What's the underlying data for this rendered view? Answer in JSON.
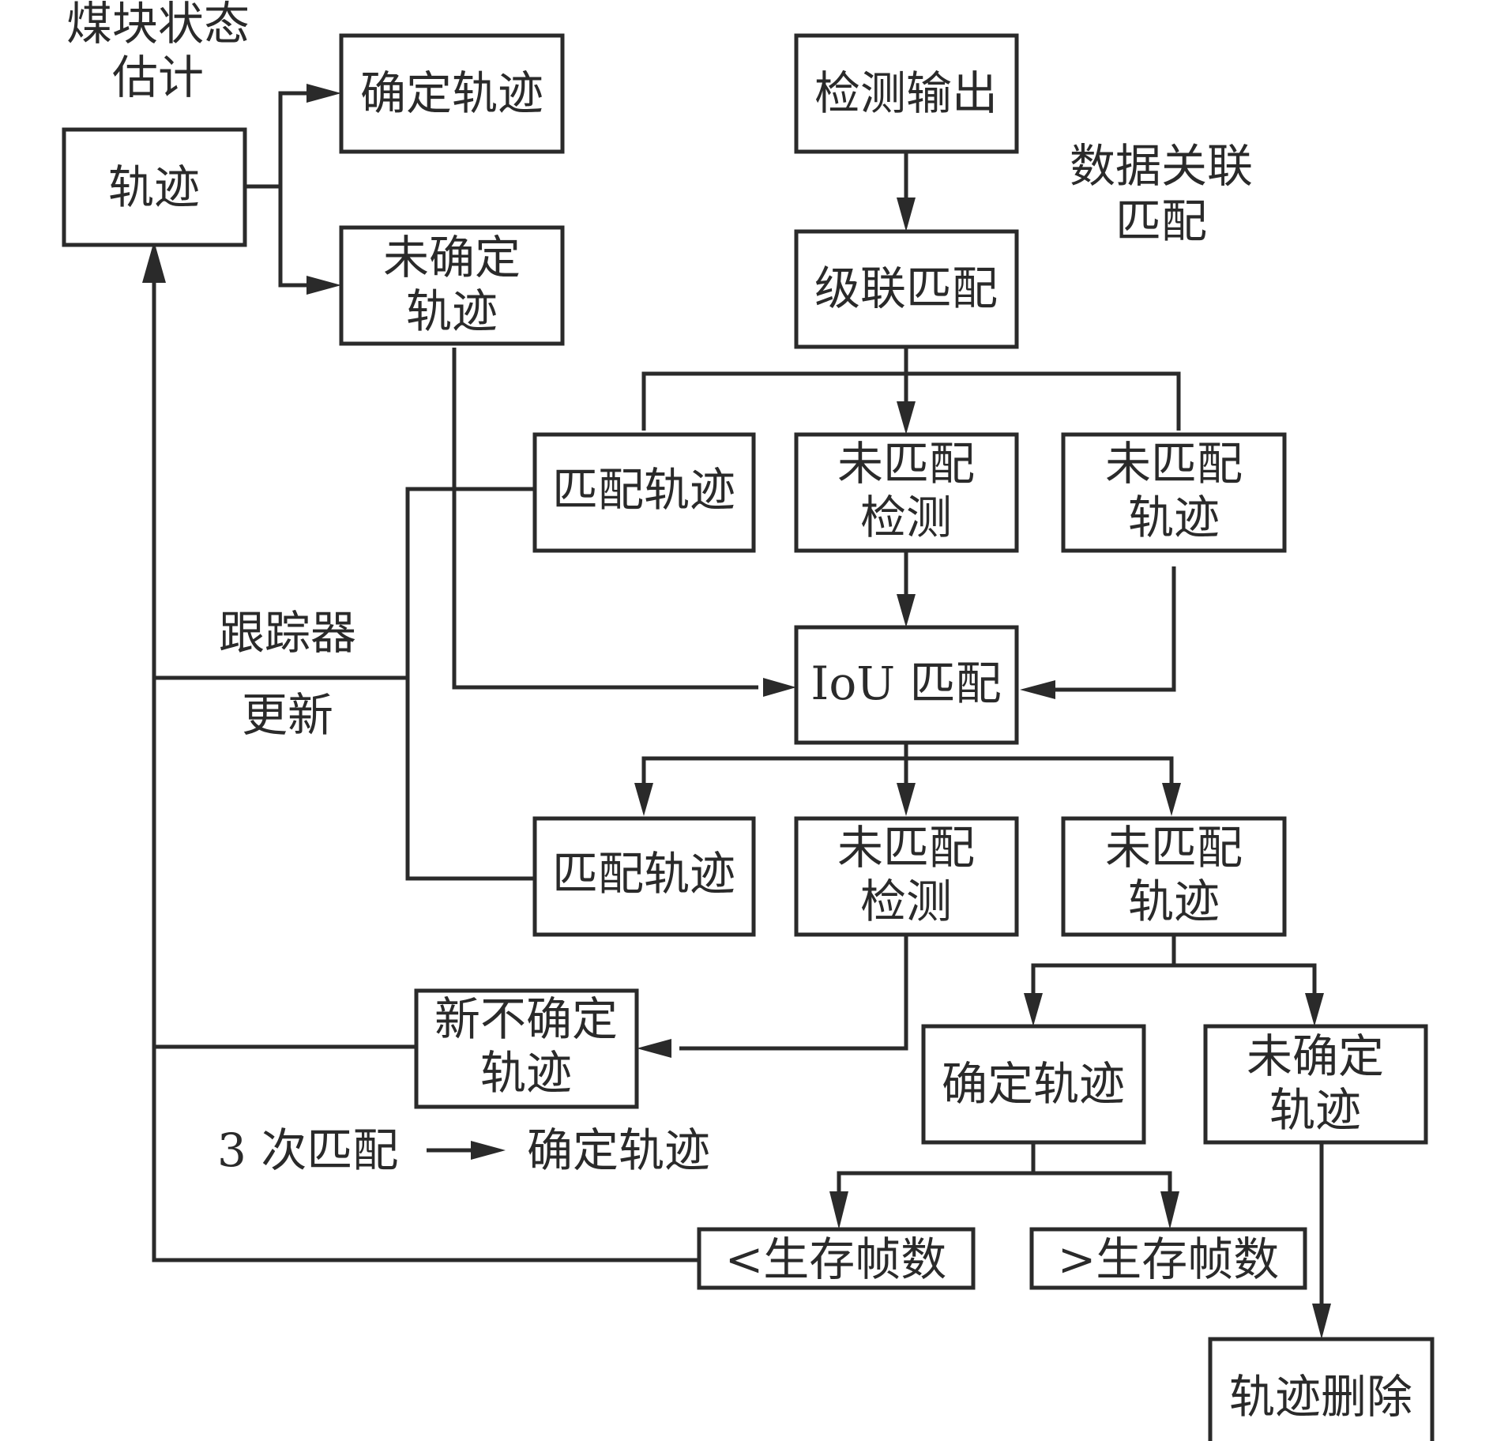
{
  "labels": {
    "state_estimation": [
      "煤块状态",
      "估计"
    ],
    "data_association": [
      "数据关联",
      "匹配"
    ],
    "tracker_update_1": "跟踪器",
    "tracker_update_2": "更新",
    "three_matches": "3 次匹配",
    "confirmed_result": "确定轨迹"
  },
  "boxes": {
    "track": [
      "轨迹"
    ],
    "confirmed_track_top": [
      "确定轨迹"
    ],
    "unconfirmed_track_top": [
      "未确定",
      "轨迹"
    ],
    "detection_output": [
      "检测输出"
    ],
    "cascade_match": [
      "级联匹配"
    ],
    "matched_track_1": [
      "匹配轨迹"
    ],
    "unmatched_detection_1": [
      "未匹配",
      "检测"
    ],
    "unmatched_track_1": [
      "未匹配",
      "轨迹"
    ],
    "iou_match": [
      "IoU 匹配"
    ],
    "matched_track_2": [
      "匹配轨迹"
    ],
    "unmatched_detection_2": [
      "未匹配",
      "检测"
    ],
    "unmatched_track_2": [
      "未匹配",
      "轨迹"
    ],
    "new_unconfirmed_track": [
      "新不确定",
      "轨迹"
    ],
    "confirmed_track_bottom": [
      "确定轨迹"
    ],
    "unconfirmed_track_bottom": [
      "未确定",
      "轨迹"
    ],
    "less_than_survival_frames": [
      "<生存帧数"
    ],
    "greater_than_survival_frames": [
      ">生存帧数"
    ],
    "track_deletion": [
      "轨迹删除"
    ]
  }
}
